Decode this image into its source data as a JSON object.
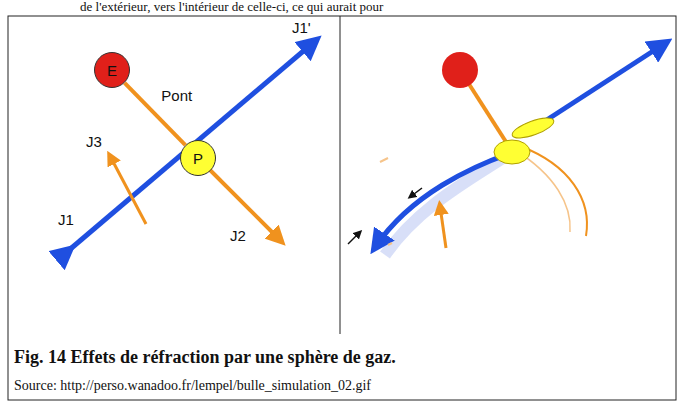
{
  "diagram": {
    "caption": "Fig. 14 Effets de réfraction par une sphère de gaz.",
    "nodes": [
      {
        "text": [
          "E"
        ]
      },
      {
        "text": [
          "P"
        ]
      }
    ],
    "edges": [
      {
        "from": 0,
        "to": 1,
        "arrow": "none",
        "label": "Pont"
      }
    ],
    "labels": [
      "de l'extérieur, vers l'intérieur de celle-ci, ce qui aurait pour",
      "J1'",
      "J3",
      "J1",
      "J2",
      "Source: http://perso.wanadoo.fr/lempel/bulle_simulation_02.gif"
    ]
  }
}
